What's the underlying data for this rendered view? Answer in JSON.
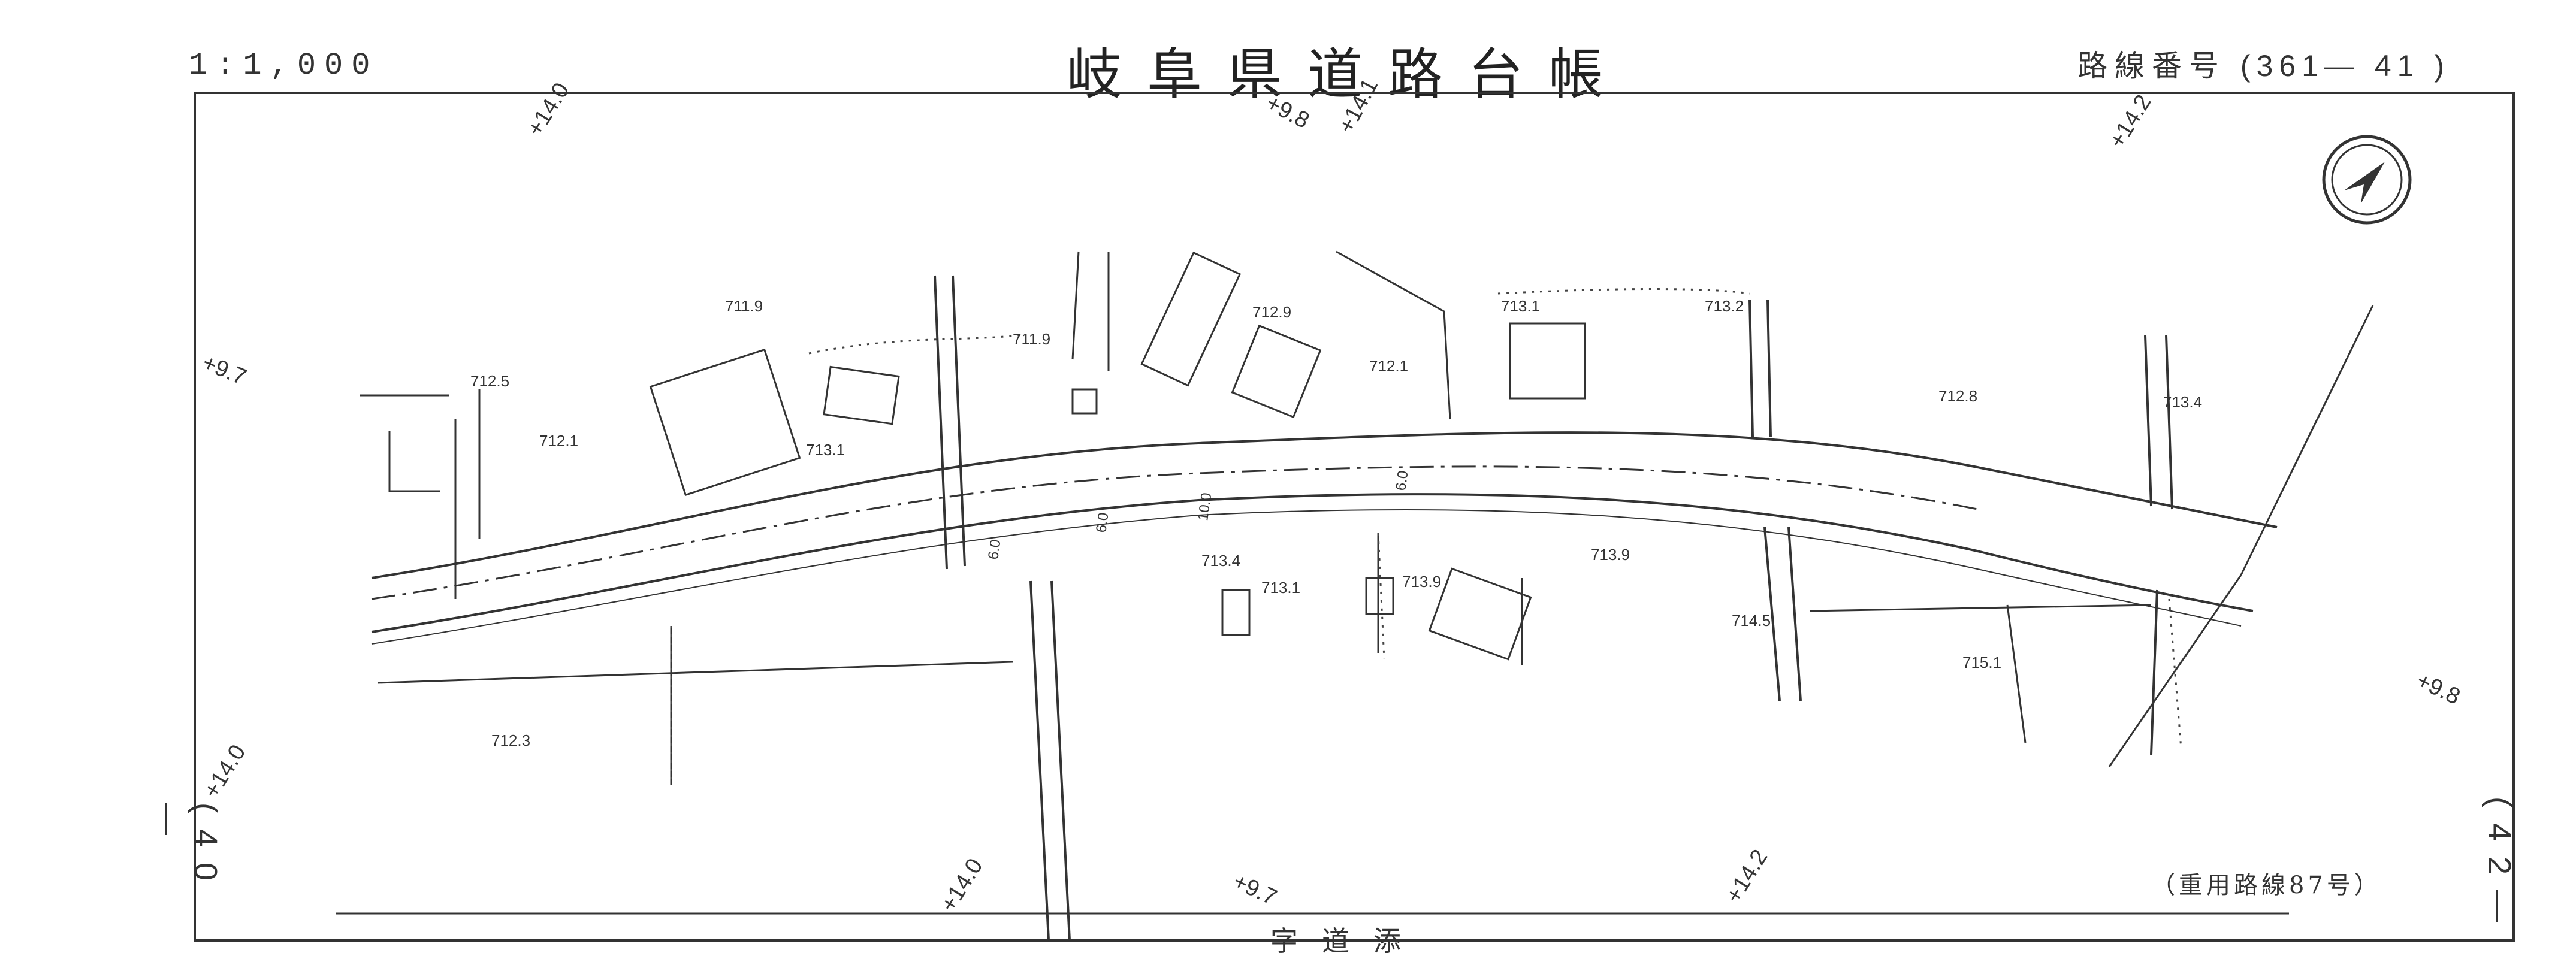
{
  "header": {
    "scale": "1:1,000",
    "title": "岐阜県道路台帳",
    "route_label": "路線番号",
    "route_number": "(361— 41 )"
  },
  "sheet_refs": {
    "left": "(40—",
    "right": "(42—"
  },
  "annotation": "（重用路線87号）",
  "bottom_label": "字道添",
  "grid_marks": [
    {
      "text": "+14.0"
    },
    {
      "text": "+9.8"
    },
    {
      "text": "+14.1"
    },
    {
      "text": "+14.2"
    },
    {
      "text": "+9.7"
    },
    {
      "text": "+14.0"
    },
    {
      "text": "+9.8"
    },
    {
      "text": "+14.0"
    },
    {
      "text": "+9.7"
    },
    {
      "text": "+14.2"
    }
  ],
  "elevations": [
    "711.9",
    "711.9",
    "712.9",
    "713.1",
    "713.2",
    "712.5",
    "712.1",
    "713.1",
    "712.1",
    "712.8",
    "713.4",
    "713.4",
    "713.1",
    "713.9",
    "713.9",
    "714.5",
    "715.1",
    "712.3"
  ],
  "road_labels": [
    "6.0",
    "10.0",
    "6.0",
    "6.0"
  ],
  "north_icon": "north-arrow-icon"
}
